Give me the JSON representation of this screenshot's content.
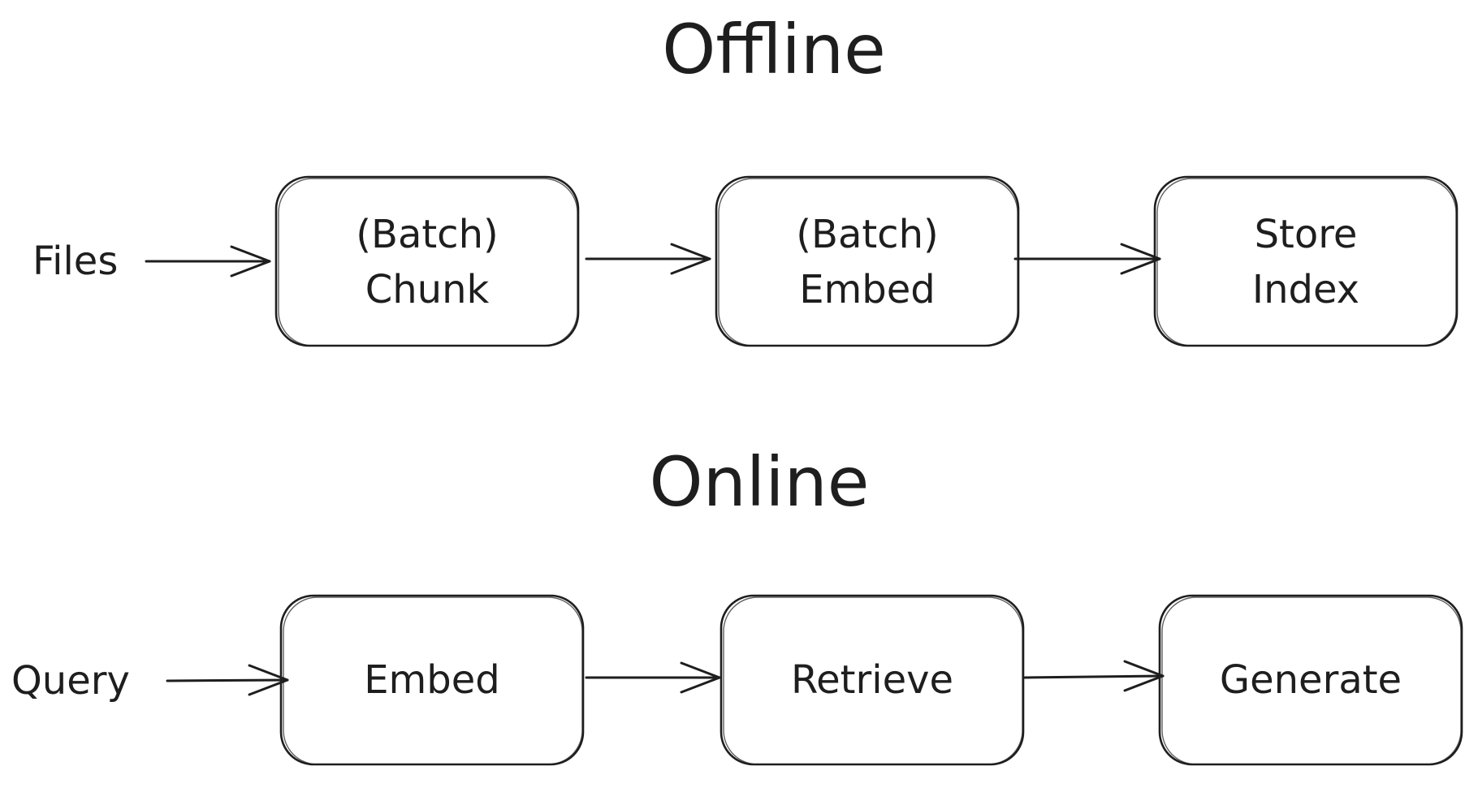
{
  "offline": {
    "title": "Offline",
    "input_label": "Files",
    "steps": [
      {
        "line1": "(Batch)",
        "line2": "Chunk"
      },
      {
        "line1": "(Batch)",
        "line2": "Embed"
      },
      {
        "line1": "Store",
        "line2": "Index"
      }
    ]
  },
  "online": {
    "title": "Online",
    "input_label": "Query",
    "steps": [
      {
        "label": "Embed"
      },
      {
        "label": "Retrieve"
      },
      {
        "label": "Generate"
      }
    ]
  },
  "colors": {
    "stroke": "#1e1e1e",
    "background": "#ffffff"
  }
}
